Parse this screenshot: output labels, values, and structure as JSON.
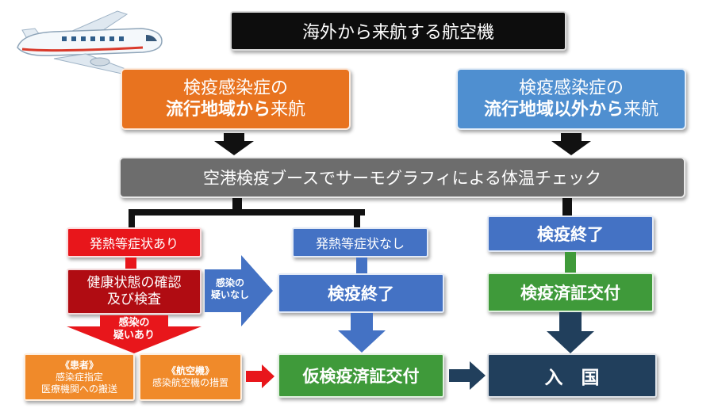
{
  "title": "海外から来航する航空機",
  "source_endemic": {
    "line1": "検疫感染症の",
    "line2_bold": "流行地域から",
    "line2_rest": "来航"
  },
  "source_other": {
    "line1": "検疫感染症の",
    "line2_bold": "流行地域以外から",
    "line2_rest": "来航"
  },
  "check": "空港検疫ブースでサーモグラフィによる体温チェック",
  "symptoms_yes": "発熱等症状あり",
  "symptoms_no": "発熱等症状なし",
  "health_check": {
    "line1": "健康状態の確認",
    "line2": "及び検査"
  },
  "no_infection": {
    "line1": "感染の",
    "line2": "疑いなし"
  },
  "suspected": {
    "line1": "感染の",
    "line2": "疑いあり"
  },
  "quarantine_done_mid": "検疫終了",
  "quarantine_done_right": "検疫終了",
  "patient": {
    "tag": "《患者》",
    "line1": "感染症指定",
    "line2": "医療機関への搬送"
  },
  "aircraft": {
    "tag": "《航空機》",
    "line1": "感染航空機の措置"
  },
  "provisional_cert": "仮検疫済証交付",
  "cert": "検疫済証交付",
  "entry": "入　国",
  "colors": {
    "black": "#0d0d0d",
    "orange": "#e8731f",
    "blue": "#4f8fd0",
    "gray": "#6d6d6d",
    "red": "#e8161b",
    "darkred": "#b00c12",
    "midblue": "#4472c4",
    "green": "#3f9a3a",
    "navy": "#213f5c",
    "lightorange": "#f08a2a"
  }
}
